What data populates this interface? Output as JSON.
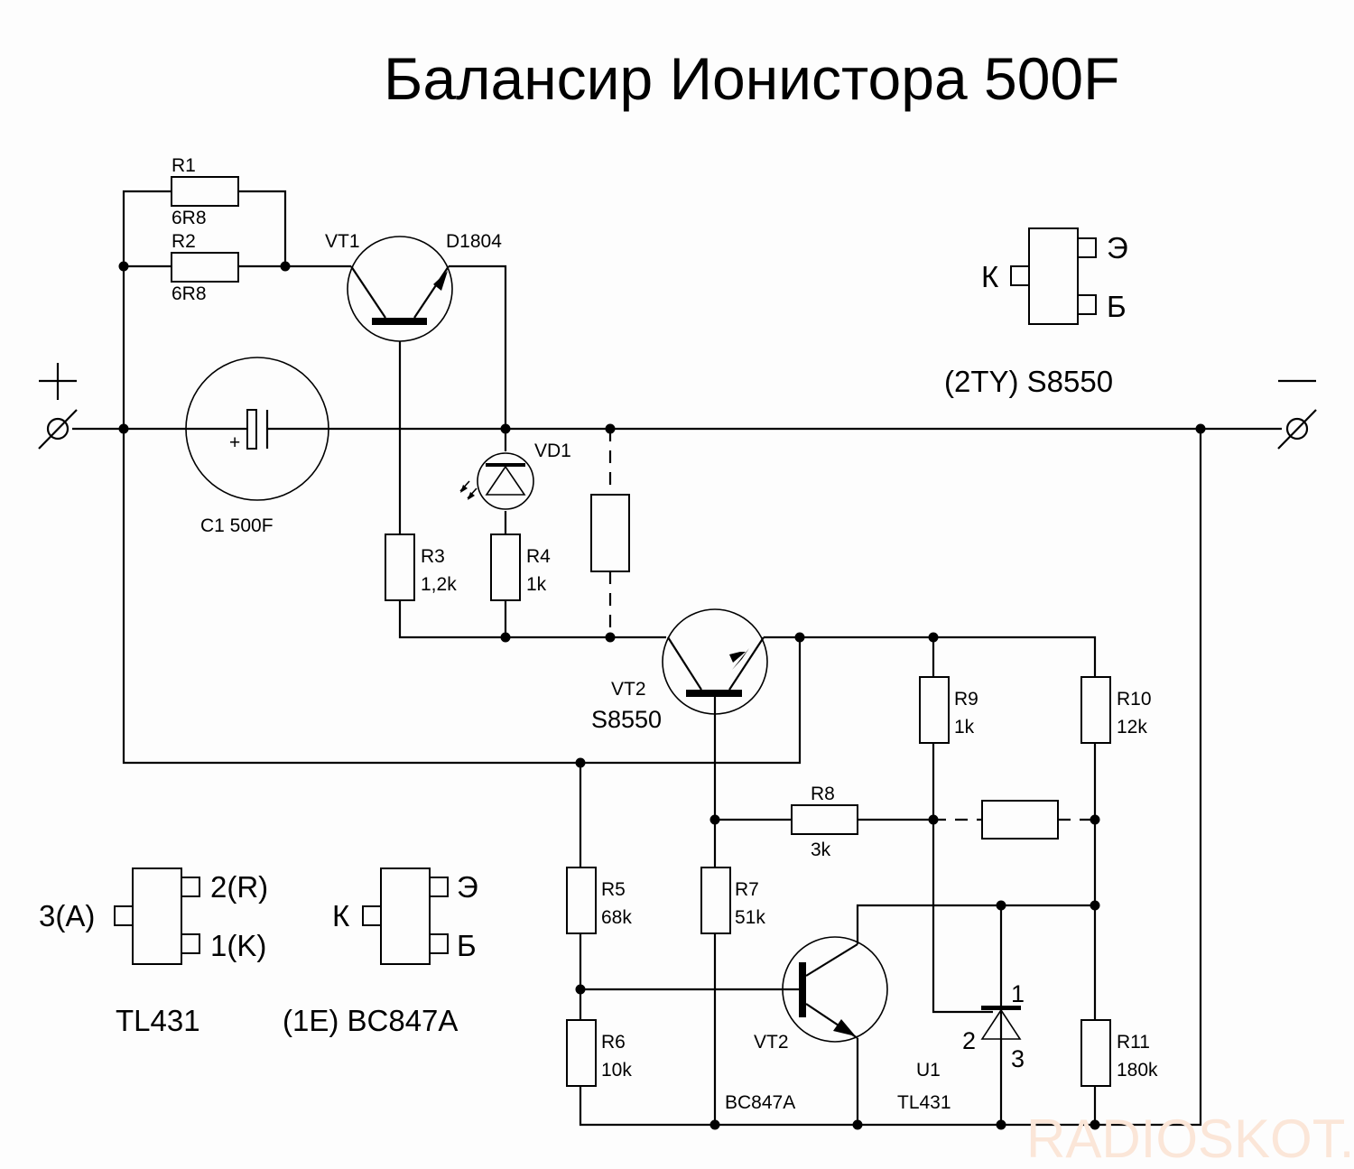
{
  "title": "Балансир Ионистора 500F",
  "watermark": "RADIOSKOT.RU",
  "terminals": {
    "plus": "+",
    "minus": "—"
  },
  "components": {
    "R1": {
      "ref": "R1",
      "value": "6R8"
    },
    "R2": {
      "ref": "R2",
      "value": "6R8"
    },
    "R3": {
      "ref": "R3",
      "value": "1,2k"
    },
    "R4": {
      "ref": "R4",
      "value": "1k"
    },
    "R5": {
      "ref": "R5",
      "value": "68k"
    },
    "R6": {
      "ref": "R6",
      "value": "10k"
    },
    "R7": {
      "ref": "R7",
      "value": "51k"
    },
    "R8": {
      "ref": "R8",
      "value": "3k"
    },
    "R9": {
      "ref": "R9",
      "value": "1k"
    },
    "R10": {
      "ref": "R10",
      "value": "12k"
    },
    "R11": {
      "ref": "R11",
      "value": "180k"
    },
    "VT1": {
      "ref": "VT1",
      "part": "D1804"
    },
    "VT2_pnp": {
      "ref": "VT2",
      "part": "S8550"
    },
    "VT2_npn": {
      "ref": "VT2",
      "part": "BC847A"
    },
    "VD1": {
      "ref": "VD1"
    },
    "C1": {
      "ref": "C1  500F",
      "polarity": "+"
    },
    "U1": {
      "ref": "U1",
      "part": "TL431",
      "pin1": "1",
      "pin2": "2",
      "pin3": "3"
    }
  },
  "packages": [
    {
      "name": "S8550",
      "caption": "(2TY)  S8550",
      "left_pin": "К",
      "right_top": "Э",
      "right_bottom": "Б"
    },
    {
      "name": "TL431",
      "caption": "TL431",
      "left_pin": "3(A)",
      "right_top": "2(R)",
      "right_bottom": "1(K)"
    },
    {
      "name": "BC847A",
      "caption": "(1E)  BC847A",
      "left_pin": "К",
      "right_top": "Э",
      "right_bottom": "Б"
    }
  ]
}
